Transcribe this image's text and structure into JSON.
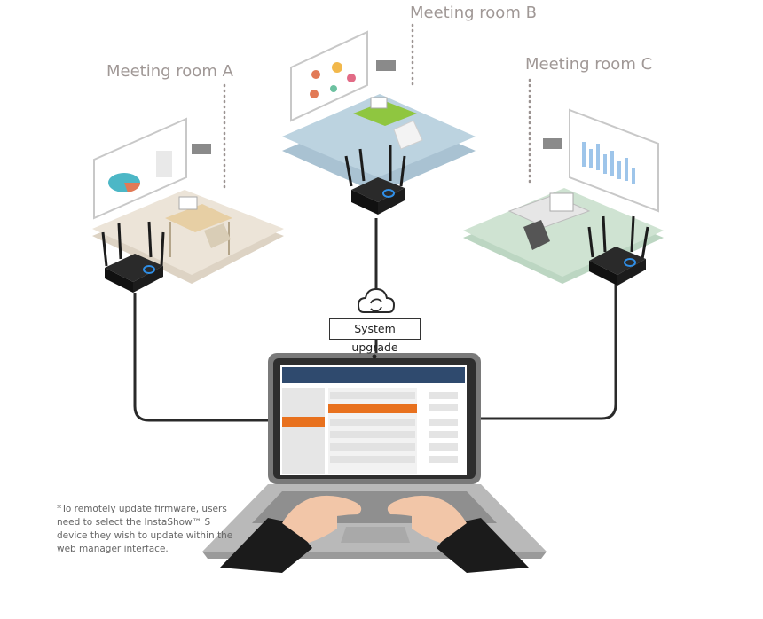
{
  "rooms": {
    "a": {
      "label": "Meeting room A"
    },
    "b": {
      "label": "Meeting room B"
    },
    "c": {
      "label": "Meeting room C"
    }
  },
  "upgrade": {
    "label": "System upgrade",
    "icon": "cloud-sync-icon"
  },
  "footnote": {
    "text": "*To remotely update firmware, users need to select the InstaShow™ S device they wish to update within the web manager interface."
  },
  "colors": {
    "room_a_floor": "#ece4d8",
    "room_b_floor": "#bcd3e0",
    "room_c_floor": "#cfe3d2",
    "device_body": "#1c1c1c",
    "device_led": "#2f8fe8",
    "cable": "#2a2a2a",
    "laptop_header": "#2f4a6e",
    "laptop_accent": "#e8711e",
    "label_text": "#a09896"
  }
}
